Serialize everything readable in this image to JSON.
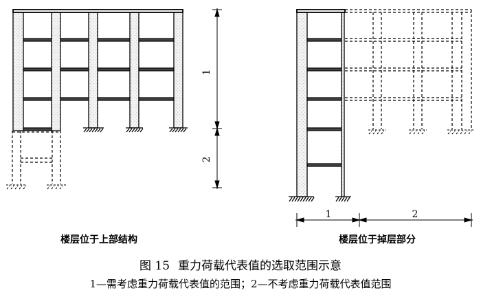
{
  "left_panel": {
    "caption": "楼层位于上部结构",
    "dim_upper_label": "1",
    "dim_lower_label": "2"
  },
  "right_panel": {
    "caption": "楼层位于掉层部分",
    "dim_left_label": "1",
    "dim_right_label": "2"
  },
  "figure": {
    "number": "图 15",
    "title": "重力荷载代表值的选取范围示意"
  },
  "legend": "1—需考虑重力荷载代表值的范围；2—不考虑重力荷载代表值范围"
}
